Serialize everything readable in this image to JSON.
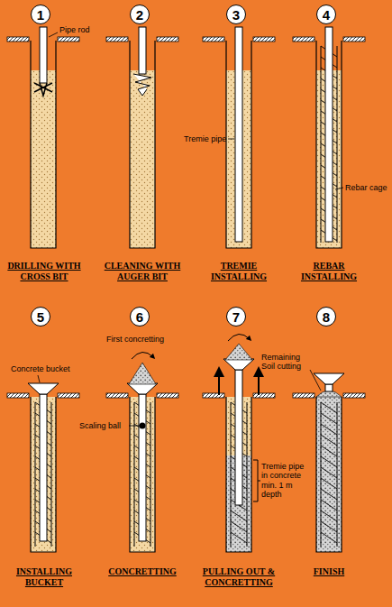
{
  "diagram": {
    "nodes": [
      {
        "text": [
          "1"
        ]
      },
      {
        "text": [
          "2"
        ]
      },
      {
        "text": [
          "3"
        ]
      },
      {
        "text": [
          "4"
        ]
      },
      {
        "text": [
          "5"
        ]
      },
      {
        "text": [
          "6"
        ]
      },
      {
        "text": [
          "7"
        ]
      },
      {
        "text": [
          "8"
        ]
      }
    ],
    "labels": [
      "Pipe rod",
      "Tremie pipe",
      "Rebar cage",
      "DRILLING WITH CROSS BIT",
      "CLEANING WITH AUGER BIT",
      "TREMIE INSTALLING",
      "REBAR INSTALLING",
      "Concrete bucket",
      "First concretting",
      "Scaling ball",
      "Remaining Soil cutting",
      "Tremie pipe in concrete min. 1 m depth",
      "INSTALLING BUCKET",
      "CONCRETTING",
      "PULLING OUT & CONCRETTING",
      "FINISH"
    ]
  }
}
